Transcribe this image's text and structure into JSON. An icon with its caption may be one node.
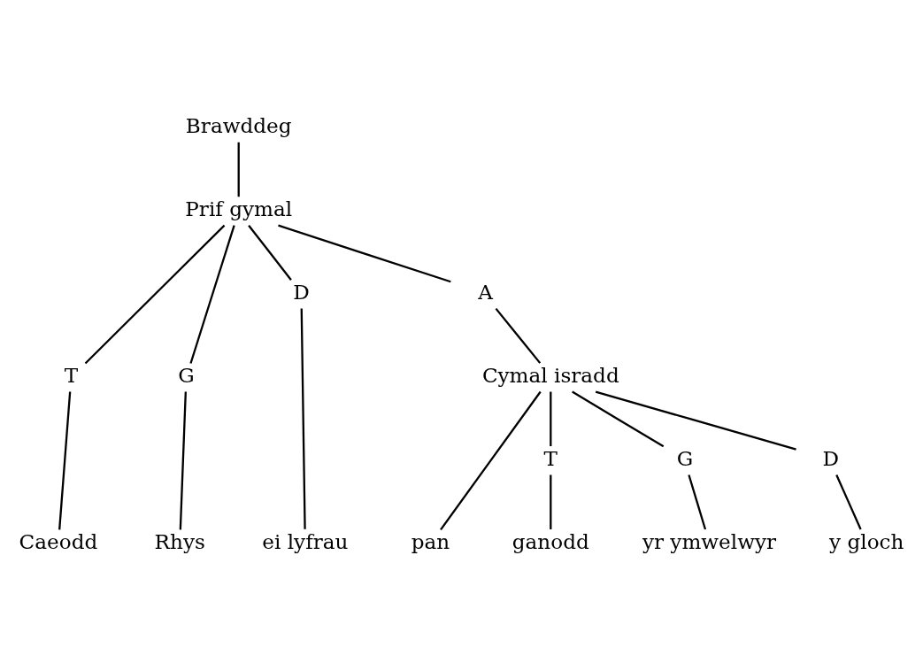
{
  "diagram": {
    "nodes": [
      {
        "text": [
          "Brawddeg"
        ]
      },
      {
        "text": [
          "Prif gymal"
        ]
      },
      {
        "text": [
          "T"
        ]
      },
      {
        "text": [
          "G"
        ]
      },
      {
        "text": [
          "D"
        ]
      },
      {
        "text": [
          "A"
        ]
      },
      {
        "text": [
          "Cymal isradd"
        ]
      },
      {
        "text": [
          "T"
        ]
      },
      {
        "text": [
          "G"
        ]
      },
      {
        "text": [
          "D"
        ]
      },
      {
        "text": [
          "Caeodd"
        ]
      },
      {
        "text": [
          "Rhys"
        ]
      },
      {
        "text": [
          "ei lyfrau"
        ]
      },
      {
        "text": [
          "pan"
        ]
      },
      {
        "text": [
          "ganodd"
        ]
      },
      {
        "text": [
          "yr ymwelwyr"
        ]
      },
      {
        "text": [
          "y gloch"
        ]
      }
    ],
    "edges": [
      {
        "from": 0,
        "to": 1,
        "arrow": "none"
      },
      {
        "from": 1,
        "to": 2,
        "arrow": "none"
      },
      {
        "from": 1,
        "to": 3,
        "arrow": "none"
      },
      {
        "from": 1,
        "to": 4,
        "arrow": "none"
      },
      {
        "from": 1,
        "to": 5,
        "arrow": "none"
      },
      {
        "from": 2,
        "to": 10,
        "arrow": "none"
      },
      {
        "from": 3,
        "to": 11,
        "arrow": "none"
      },
      {
        "from": 4,
        "to": 12,
        "arrow": "none"
      },
      {
        "from": 5,
        "to": 6,
        "arrow": "none"
      },
      {
        "from": 6,
        "to": 13,
        "arrow": "none"
      },
      {
        "from": 6,
        "to": 7,
        "arrow": "none"
      },
      {
        "from": 6,
        "to": 8,
        "arrow": "none"
      },
      {
        "from": 6,
        "to": 9,
        "arrow": "none"
      },
      {
        "from": 7,
        "to": 14,
        "arrow": "none"
      },
      {
        "from": 8,
        "to": 15,
        "arrow": "none"
      },
      {
        "from": 9,
        "to": 16,
        "arrow": "none"
      }
    ]
  }
}
